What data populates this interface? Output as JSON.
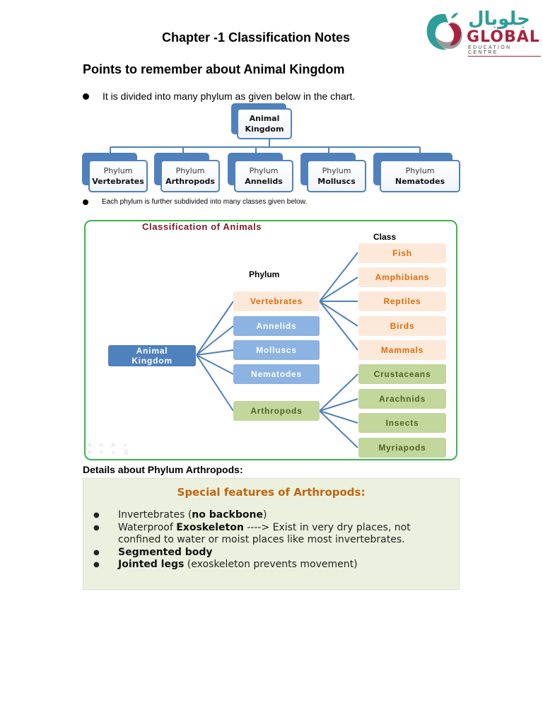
{
  "header": {
    "title": "Chapter -1 Classification Notes",
    "logo": {
      "arabic_text": "جلوبال",
      "brand": "GLOBAL",
      "subtitle": "EDUCATION CENTRE",
      "icon": "apple-logo-icon",
      "colors": {
        "teal": "#2e9e98",
        "maroon": "#a8233d"
      }
    }
  },
  "section": {
    "title": "Points to remember about Animal Kingdom",
    "bullets": [
      "It is divided into many phylum as given below in the chart.",
      "Each phylum is further subdivided into many classes given below."
    ]
  },
  "org_chart": {
    "root": {
      "line1": "Animal",
      "line2": "Kingdom"
    },
    "children": [
      {
        "line1": "Phylum",
        "line2": "Vertebrates"
      },
      {
        "line1": "Phylum",
        "line2": "Arthropods"
      },
      {
        "line1": "Phylum",
        "line2": "Annelids"
      },
      {
        "line1": "Phylum",
        "line2": "Molluscs"
      },
      {
        "line1": "Phylum",
        "line2": "Nematodes"
      }
    ],
    "colors": {
      "border": "#4f81bd"
    }
  },
  "classification": {
    "title": "Classification of Animals",
    "class_heading": "Class",
    "phylum_heading": "Phylum",
    "root": {
      "line1": "Animal",
      "line2": "Kingdom"
    },
    "phyla": [
      "Vertebrates",
      "Annelids",
      "Molluscs",
      "Nematodes",
      "Arthropods"
    ],
    "vertebrate_classes": [
      "Fish",
      "Amphibians",
      "Reptiles",
      "Birds",
      "Mammals"
    ],
    "arthropod_classes": [
      "Crustaceans",
      "Arachnids",
      "Insects",
      "Myriapods"
    ],
    "toolbar_ghost": {
      "row1": "A A A ✓",
      "row2": "A ≡ ≡ ☰"
    },
    "colors": {
      "frame": "#3cb44b",
      "title": "#7b1b2b",
      "root": "#4f81bd",
      "phylum_blue": "#8db3e2",
      "vertebrate_bg": "#fde9d9",
      "vertebrate_text": "#e46c0a",
      "arthropod_bg": "#c3d69b",
      "arthropod_text": "#4f6228"
    }
  },
  "details": {
    "heading": "Details about Phylum Arthropods:",
    "box_title": "Special features of Arthropods:",
    "items": [
      {
        "bold_prefix": "",
        "text": "Invertebrates (",
        "bold": "no backbone",
        "suffix": ")"
      },
      {
        "bold_prefix": "",
        "text": "Waterproof ",
        "bold": "Exoskeleton",
        "suffix": " ----> Exist in very dry places, not confined to water or moist places like most invertebrates."
      },
      {
        "bold_prefix": "Segmented body",
        "text": "",
        "bold": "",
        "suffix": ""
      },
      {
        "bold_prefix": "Jointed legs",
        "text": "",
        "bold": "",
        "suffix": " (exoskeleton prevents movement)"
      }
    ],
    "colors": {
      "box_bg": "#ebf1de",
      "title": "#c0650f"
    }
  }
}
